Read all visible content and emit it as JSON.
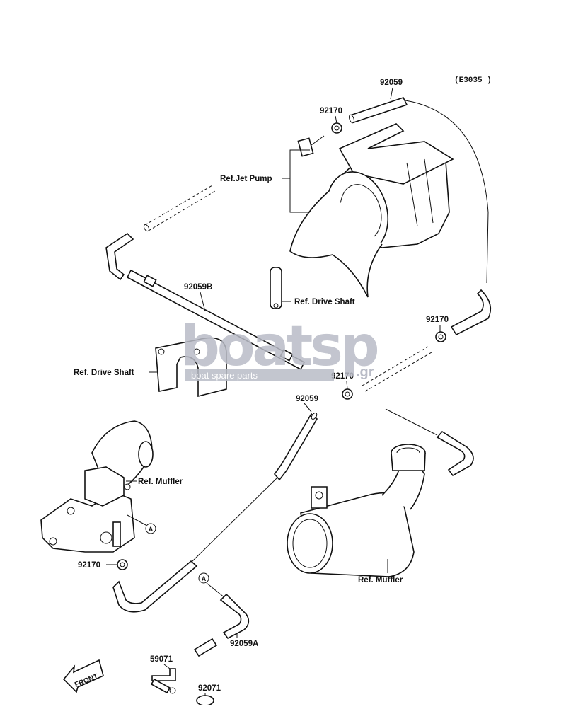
{
  "diagram_code": "(E3035 )",
  "labels": {
    "p92059_top": "92059",
    "p92170_top": "92170",
    "ref_jet_pump": "Ref.Jet Pump",
    "p92059b": "92059B",
    "ref_drive_shaft_right": "Ref. Drive Shaft",
    "ref_drive_shaft_left": "Ref. Drive Shaft",
    "p92170_right": "92170",
    "p92170_mid": "92170",
    "p92059_mid": "92059",
    "ref_muffler_left": "Ref. Muffler",
    "ref_muffler_right": "Ref. Muffler",
    "p92170_left": "92170",
    "p92059a": "92059A",
    "p59071": "59071",
    "p92071": "92071",
    "marker_a1": "A",
    "marker_a2": "A",
    "front": "FRONT"
  },
  "watermark": {
    "brand": "boatsp",
    "tld": ".gr",
    "tagline": "boat spare parts"
  }
}
